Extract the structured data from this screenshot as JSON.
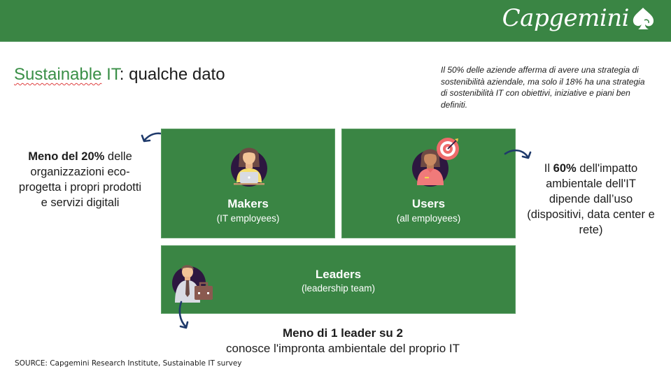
{
  "header": {
    "brand": "Capgemini",
    "brand_color": "#3a8544",
    "logo_icon": "spade-icon"
  },
  "title": {
    "accent_part": "Sustainable",
    "accent_it": "IT",
    "rest": ": qualche dato",
    "accent_color": "#3a8f47"
  },
  "note": {
    "text": "Il 50% delle aziende afferma di avere una strategia di sostenibilità aziendale, ma solo il 18% ha una strategia di sostenibilità IT con obiettivi, iniziative e piani ben definiti."
  },
  "callouts": {
    "left": {
      "bold": "Meno del 20%",
      "text": " delle organizzazioni eco-progetta i propri prodotti e servizi digitali"
    },
    "right": {
      "prefix": "Il ",
      "bold": "60%",
      "text": " dell'impatto ambientale dell'IT dipende dall’uso (dispositivi, data center e rete)"
    },
    "bottom": {
      "bold": "Meno di 1 leader su 2",
      "text": "conosce l'impronta ambientale del proprio IT"
    }
  },
  "boxes": {
    "makers": {
      "title": "Makers",
      "subtitle": "(IT employees)",
      "icon": "woman-laptop-icon"
    },
    "users": {
      "title": "Users",
      "subtitle": "(all employees)",
      "icon": "woman-target-icon"
    },
    "leaders": {
      "title": "Leaders",
      "subtitle": "(leadership team)",
      "icon": "businessman-briefcase-icon"
    }
  },
  "source": "SOURCE: Capgemini Research Institute, Sustainable IT survey",
  "colors": {
    "box_green": "#3a8544",
    "arrow_navy": "#1f3a6b",
    "avatar_bg": "#2d1740"
  }
}
